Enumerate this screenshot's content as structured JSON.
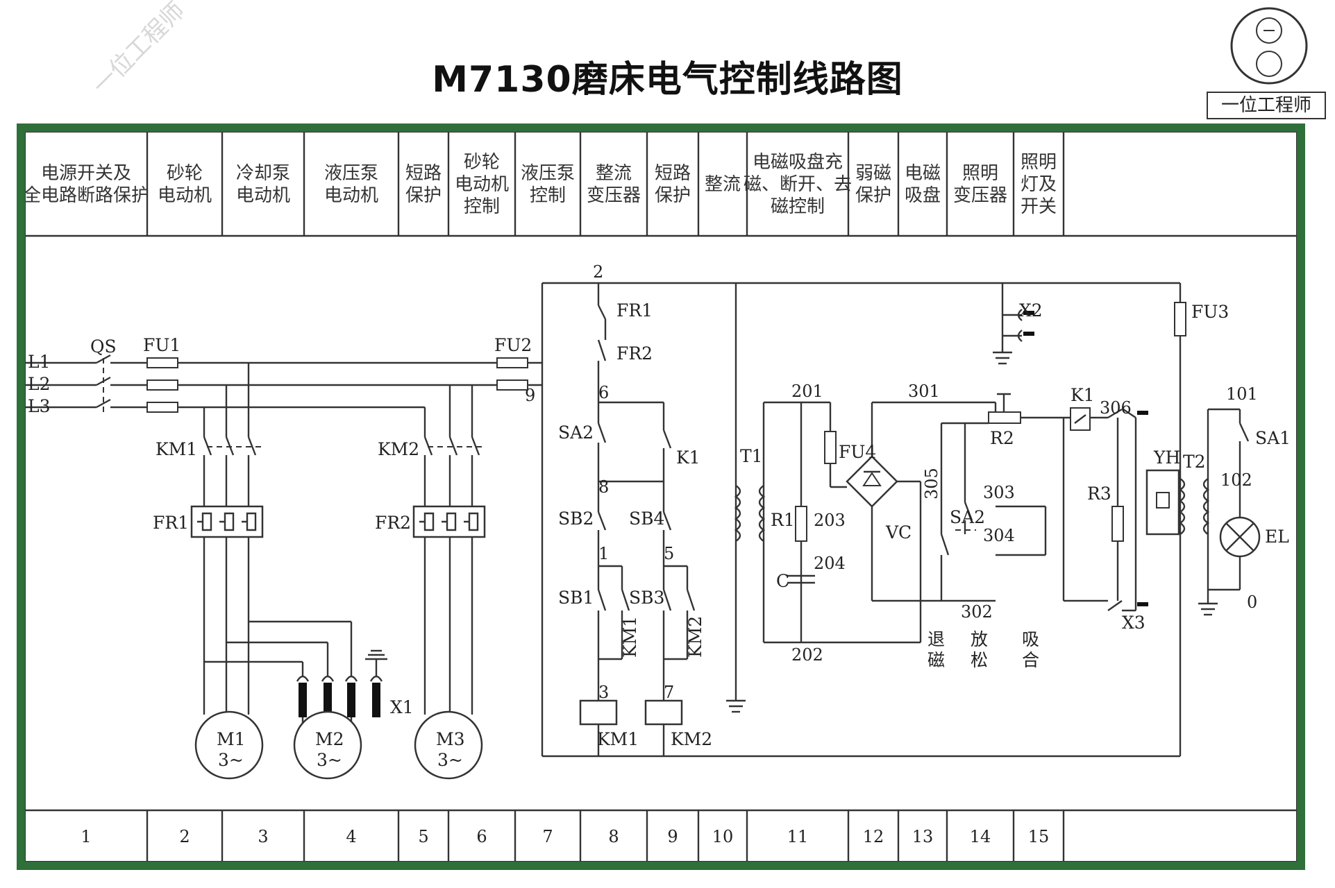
{
  "title": "M7130磨床电气控制线路图",
  "watermark": "一位工程师",
  "logo_text": "一位工程师",
  "header_cells": [
    [
      "电源开关及",
      "全电路断路保护"
    ],
    [
      "砂轮",
      "电动机"
    ],
    [
      "冷却泵",
      "电动机"
    ],
    [
      "液压泵",
      "电动机"
    ],
    [
      "短路",
      "保护"
    ],
    [
      "砂轮",
      "电动机",
      "控制"
    ],
    [
      "液压泵",
      "控制"
    ],
    [
      "整流",
      "变压器"
    ],
    [
      "短路",
      "保护"
    ],
    [
      "整流"
    ],
    [
      "电磁吸盘充",
      "磁、断开、去",
      "磁控制"
    ],
    [
      "弱磁",
      "保护"
    ],
    [
      "电磁",
      "吸盘"
    ],
    [
      "照明",
      "变压器"
    ],
    [
      "照明",
      "灯及",
      "开关"
    ]
  ],
  "footer_numbers": [
    "1",
    "2",
    "3",
    "4",
    "5",
    "6",
    "7",
    "8",
    "9",
    "10",
    "11",
    "12",
    "13",
    "14",
    "15"
  ],
  "labels": {
    "L1": "L1",
    "L2": "L2",
    "L3": "L3",
    "QS": "QS",
    "FU1": "FU1",
    "FU2": "FU2",
    "FU3": "FU3",
    "FU4": "FU4",
    "KM1": "KM1",
    "KM2": "KM2",
    "FR1": "FR1",
    "FR2": "FR2",
    "X1": "X1",
    "X2": "X2",
    "X3": "X3",
    "M1": "M1",
    "M2": "M2",
    "M3": "M3",
    "phase": "3~",
    "SA1": "SA1",
    "SA2": "SA2",
    "SB1": "SB1",
    "SB2": "SB2",
    "SB3": "SB3",
    "SB4": "SB4",
    "K1": "K1",
    "T1": "T1",
    "T2": "T2",
    "R1": "R1",
    "R2": "R2",
    "R3": "R3",
    "C": "C",
    "VC": "VC",
    "YH": "YH",
    "EL": "EL",
    "n2": "2",
    "n9": "9",
    "n6": "6",
    "n8": "8",
    "n1": "1",
    "n5": "5",
    "n3": "3",
    "n7": "7",
    "n201": "201",
    "n202": "202",
    "n203": "203",
    "n204": "204",
    "n301": "301",
    "n302": "302",
    "n303": "303",
    "n304": "304",
    "n305": "305",
    "n306": "306",
    "n101": "101",
    "n102": "102",
    "n0": "0",
    "tui": "退",
    "tui2": "磁",
    "fang": "放",
    "fang2": "松",
    "xi": "吸",
    "xi2": "合"
  }
}
